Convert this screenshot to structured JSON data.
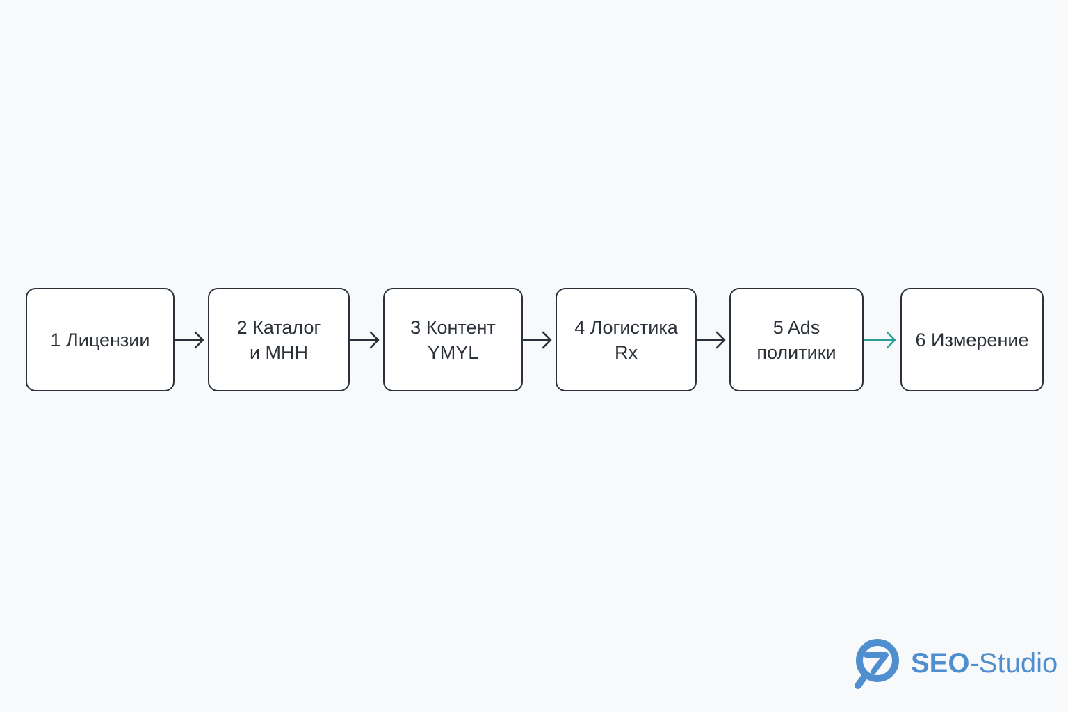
{
  "steps": [
    {
      "label": "1 Лицензии"
    },
    {
      "label": "2 Каталог\nи МНН"
    },
    {
      "label": "3 Контент\nYMYL"
    },
    {
      "label": "4 Логистика\nRx"
    },
    {
      "label": "5 Ads\nполитики"
    },
    {
      "label": "6 Измерение"
    }
  ],
  "colors": {
    "box_border": "#2b3138",
    "arrow": "#2b3138",
    "arrow_accent": "#2a9d9a",
    "logo": "#4f8fcf"
  },
  "logo": {
    "text_bold": "SEO",
    "text_rest": "-Studio"
  }
}
